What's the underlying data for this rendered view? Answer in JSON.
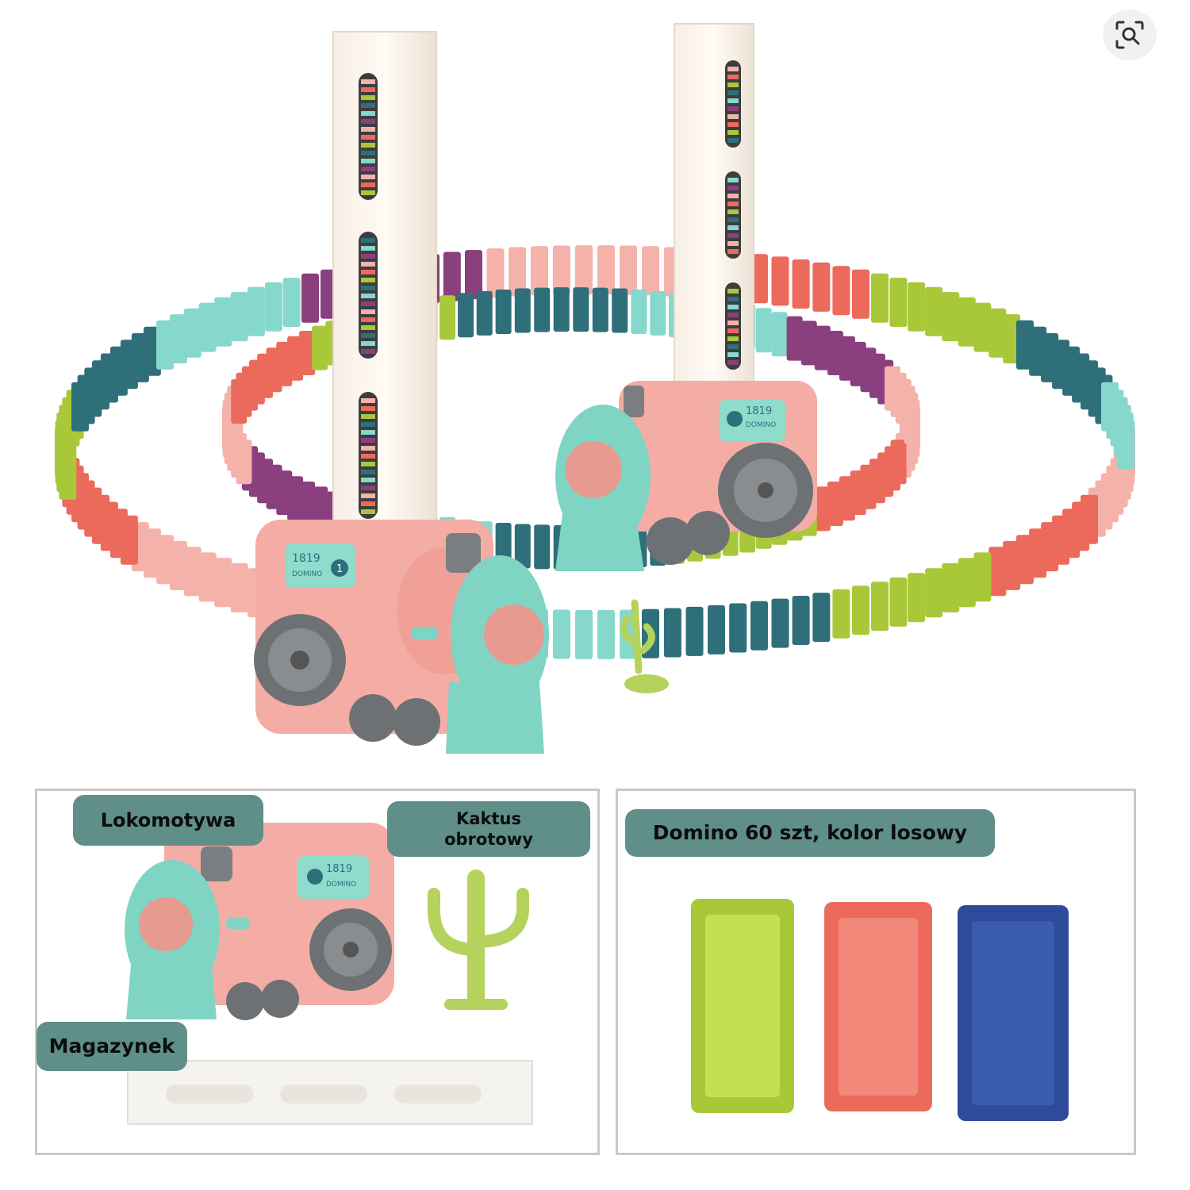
{
  "labels": {
    "locomotive": "Lokomotywa",
    "cactus_line1": "Kaktus",
    "cactus_line2": "obrotowy",
    "magazine": "Magazynek",
    "domino": "Domino 60 szt, kolor losowy"
  },
  "train_badge": {
    "number": "1819",
    "word": "DOMINO",
    "digit": "1"
  },
  "colors": {
    "label_bg": "#5f8f88",
    "train_pink": "#f3ada5",
    "train_mint": "#7fd4c4",
    "wheel_gray": "#6e7173",
    "domino_green": "#a9c839",
    "domino_red": "#ec6a5c",
    "domino_blue": "#2e4a9a",
    "domino_teal": "#2f6f7a",
    "domino_pink": "#f4b2ab",
    "domino_purple": "#8a3f7e",
    "domino_mint": "#86d8cc",
    "cactus_green": "#b5d25c"
  },
  "icons": {
    "lens": "image-search-icon"
  }
}
